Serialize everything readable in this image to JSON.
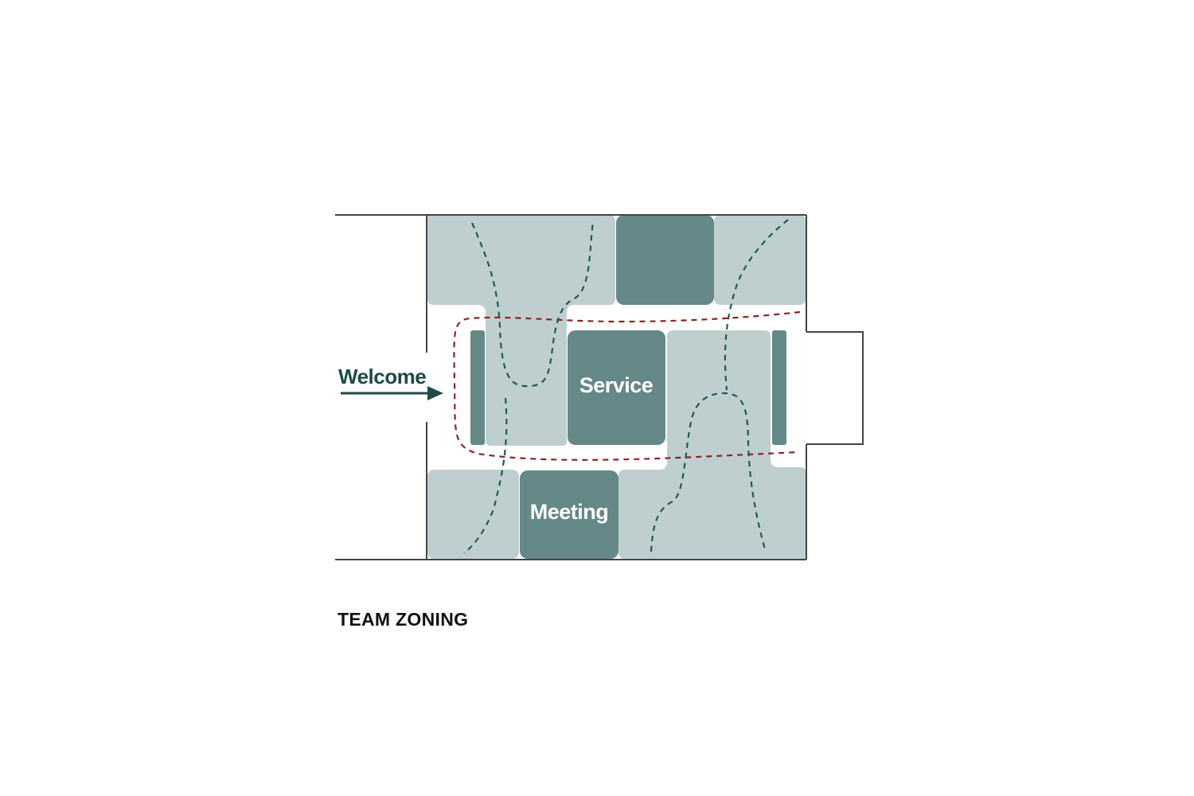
{
  "diagram": {
    "caption": "TEAM ZONING",
    "entrance_label": "Welcome",
    "zones": {
      "service": "Service",
      "meeting": "Meeting"
    },
    "colors": {
      "light_zone": "#bfcfcf",
      "dark_zone": "#658888",
      "team_path": "#1f5a55",
      "circulation_path": "#8e2323",
      "walls": "#444444"
    }
  }
}
